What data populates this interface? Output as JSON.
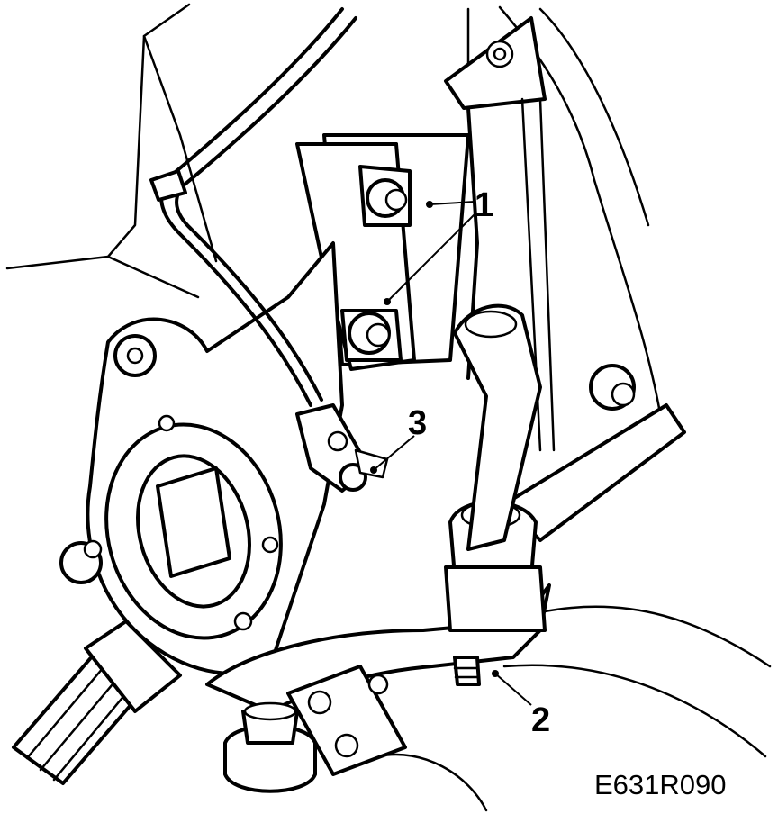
{
  "diagram": {
    "callouts": [
      {
        "id": "1",
        "label": "1"
      },
      {
        "id": "2",
        "label": "2"
      },
      {
        "id": "3",
        "label": "3"
      }
    ],
    "figure_code": "E631R090"
  }
}
